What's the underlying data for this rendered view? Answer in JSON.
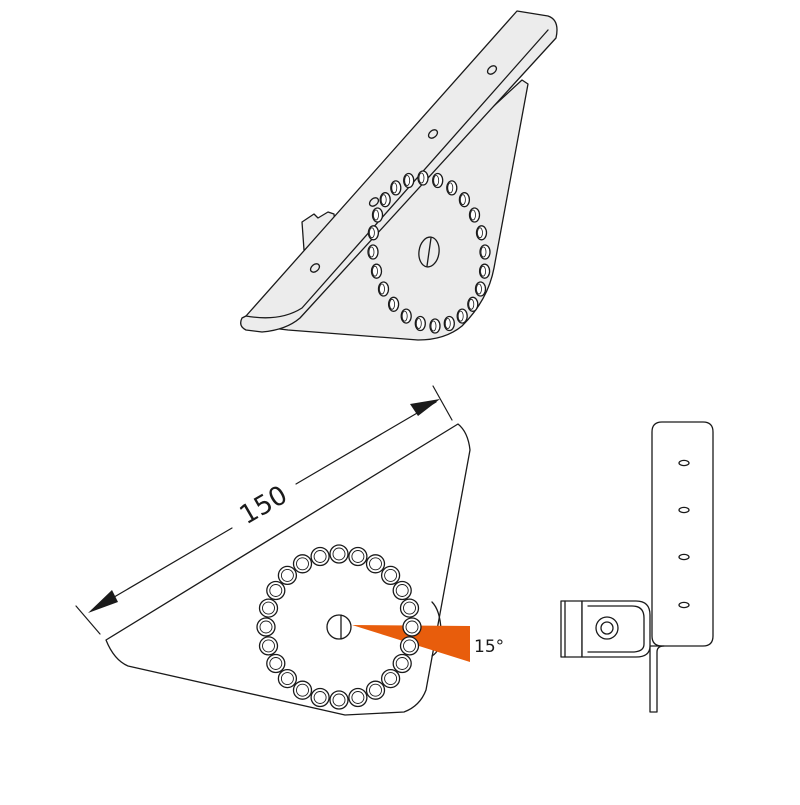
{
  "dimension": {
    "length_label": "150",
    "angle_label": "15°"
  },
  "colors": {
    "stroke": "#1a1a1a",
    "part_fill": "#ececec",
    "accent": "#e85d0c",
    "background": "#ffffff"
  },
  "hole_ring": {
    "count": 24
  }
}
